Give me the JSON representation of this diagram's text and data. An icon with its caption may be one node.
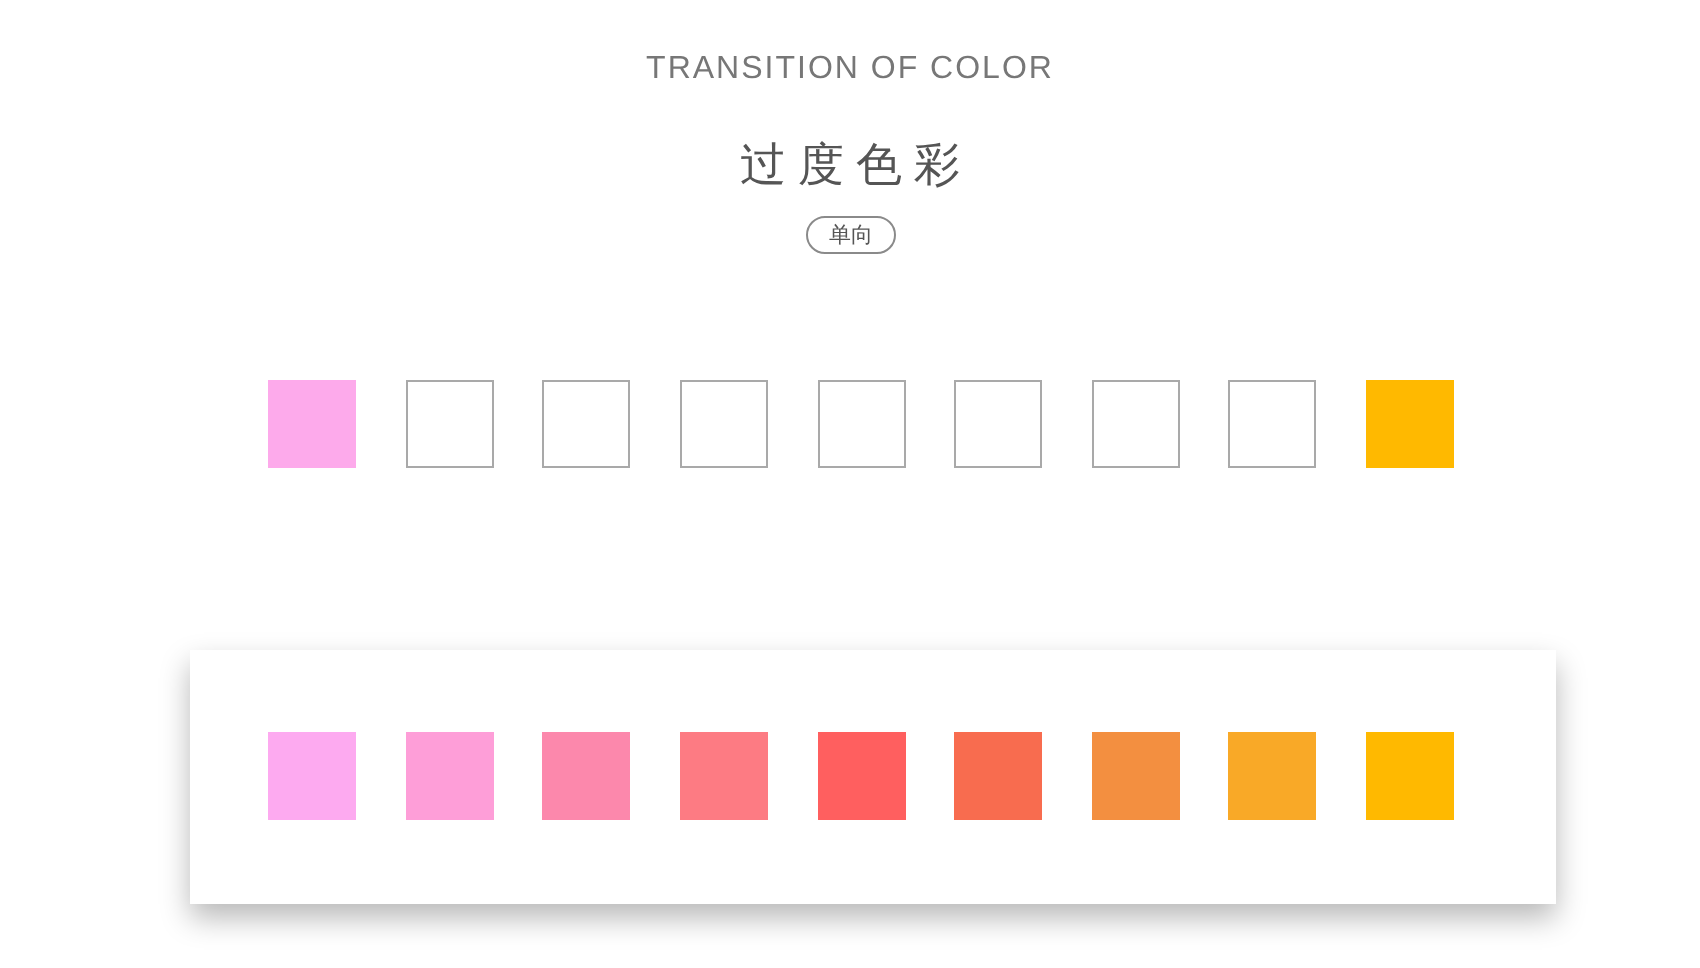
{
  "diagram": {
    "title": "过度色彩",
    "nodes": [
      {
        "text": [
          "单向"
        ]
      },
      {
        "text": [],
        "shape": "box"
      },
      {
        "text": [],
        "shape": "box"
      },
      {
        "text": [],
        "shape": "box"
      },
      {
        "text": [],
        "shape": "box"
      },
      {
        "text": [],
        "shape": "box"
      },
      {
        "text": [],
        "shape": "box"
      },
      {
        "text": [],
        "shape": "box"
      },
      {
        "text": [],
        "shape": "box"
      },
      {
        "text": [],
        "shape": "box"
      },
      {
        "text": [],
        "shape": "box"
      },
      {
        "text": [],
        "shape": "box",
        "in": 10
      },
      {
        "text": [],
        "shape": "box",
        "in": 10
      },
      {
        "text": [],
        "shape": "box",
        "in": 10
      },
      {
        "text": [],
        "shape": "box",
        "in": 10
      },
      {
        "text": [],
        "shape": "box",
        "in": 10
      },
      {
        "text": [],
        "shape": "box",
        "in": 10
      },
      {
        "text": [],
        "shape": "box",
        "in": 10
      },
      {
        "text": [],
        "shape": "box",
        "in": 10
      },
      {
        "text": [],
        "shape": "box",
        "in": 10
      }
    ],
    "labels": [
      "TRANSITION OF COLOR"
    ]
  }
}
